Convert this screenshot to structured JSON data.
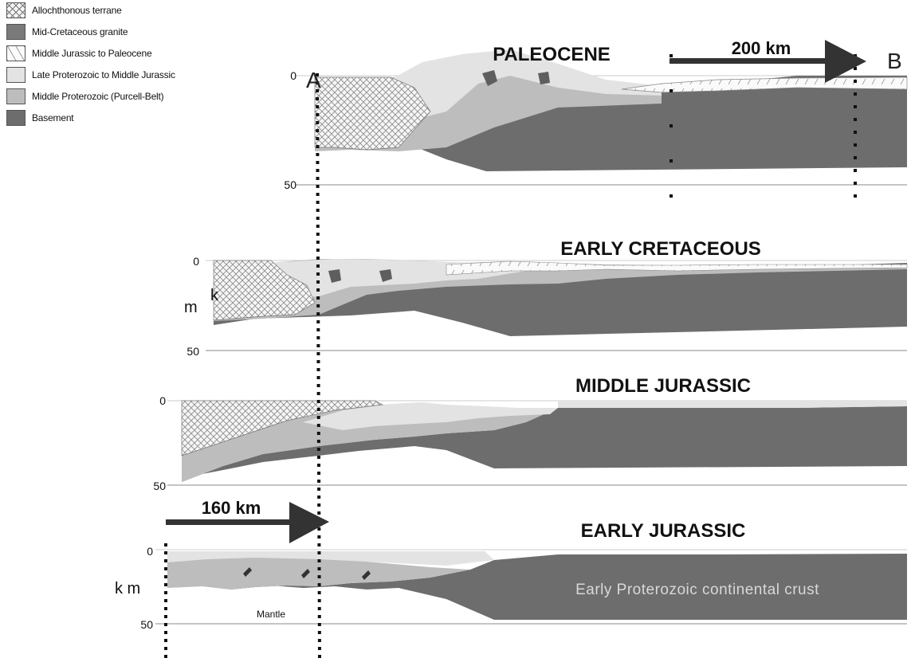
{
  "legend": [
    {
      "label": "Allochthonous terrane",
      "pattern": "crosshatch",
      "icon": "crosshatch-swatch"
    },
    {
      "label": "Mid-Cretaceous granite",
      "pattern": "dark-gray",
      "icon": "dark-gray-swatch"
    },
    {
      "label": "Middle Jurassic to Paleocene",
      "pattern": "diagonal-dash",
      "icon": "diagonal-dash-swatch"
    },
    {
      "label": "Late Proterozoic to Middle Jurassic",
      "pattern": "light-gray",
      "icon": "light-gray-swatch"
    },
    {
      "label": "Middle Proterozoic (Purcell-Belt)",
      "pattern": "medium-gray",
      "icon": "medium-gray-swatch"
    },
    {
      "label": "Basement",
      "pattern": "dark-gray",
      "icon": "dark-gray-swatch"
    }
  ],
  "point_labels": {
    "a": "A",
    "b": "B"
  },
  "panels": [
    {
      "title": "PALEOCENE",
      "depth_top": "0",
      "depth_bottom": "50",
      "unit": ""
    },
    {
      "title": "EARLY  CRETACEOUS",
      "depth_top": "0",
      "depth_bottom": "50",
      "unit": "m",
      "note": "k"
    },
    {
      "title": "MIDDLE  JURASSIC",
      "depth_top": "0",
      "depth_bottom": "50",
      "unit": ""
    },
    {
      "title": "EARLY JURASSIC",
      "depth_top": "0",
      "depth_bottom": "50",
      "unit": "k m",
      "crust_label": "Early Proterozoic continental crust",
      "mantle_label": "Mantle"
    }
  ],
  "arrows": [
    {
      "label": "200 km",
      "direction": "right"
    },
    {
      "label": "160 km",
      "direction": "right"
    }
  ],
  "colors": {
    "basement": "#6d6d6d",
    "middle_proterozoic": "#bdbdbd",
    "late_proterozoic": "#e3e3e3",
    "granite": "#7a7a7a",
    "allochthonous": "#f4f4f4"
  }
}
